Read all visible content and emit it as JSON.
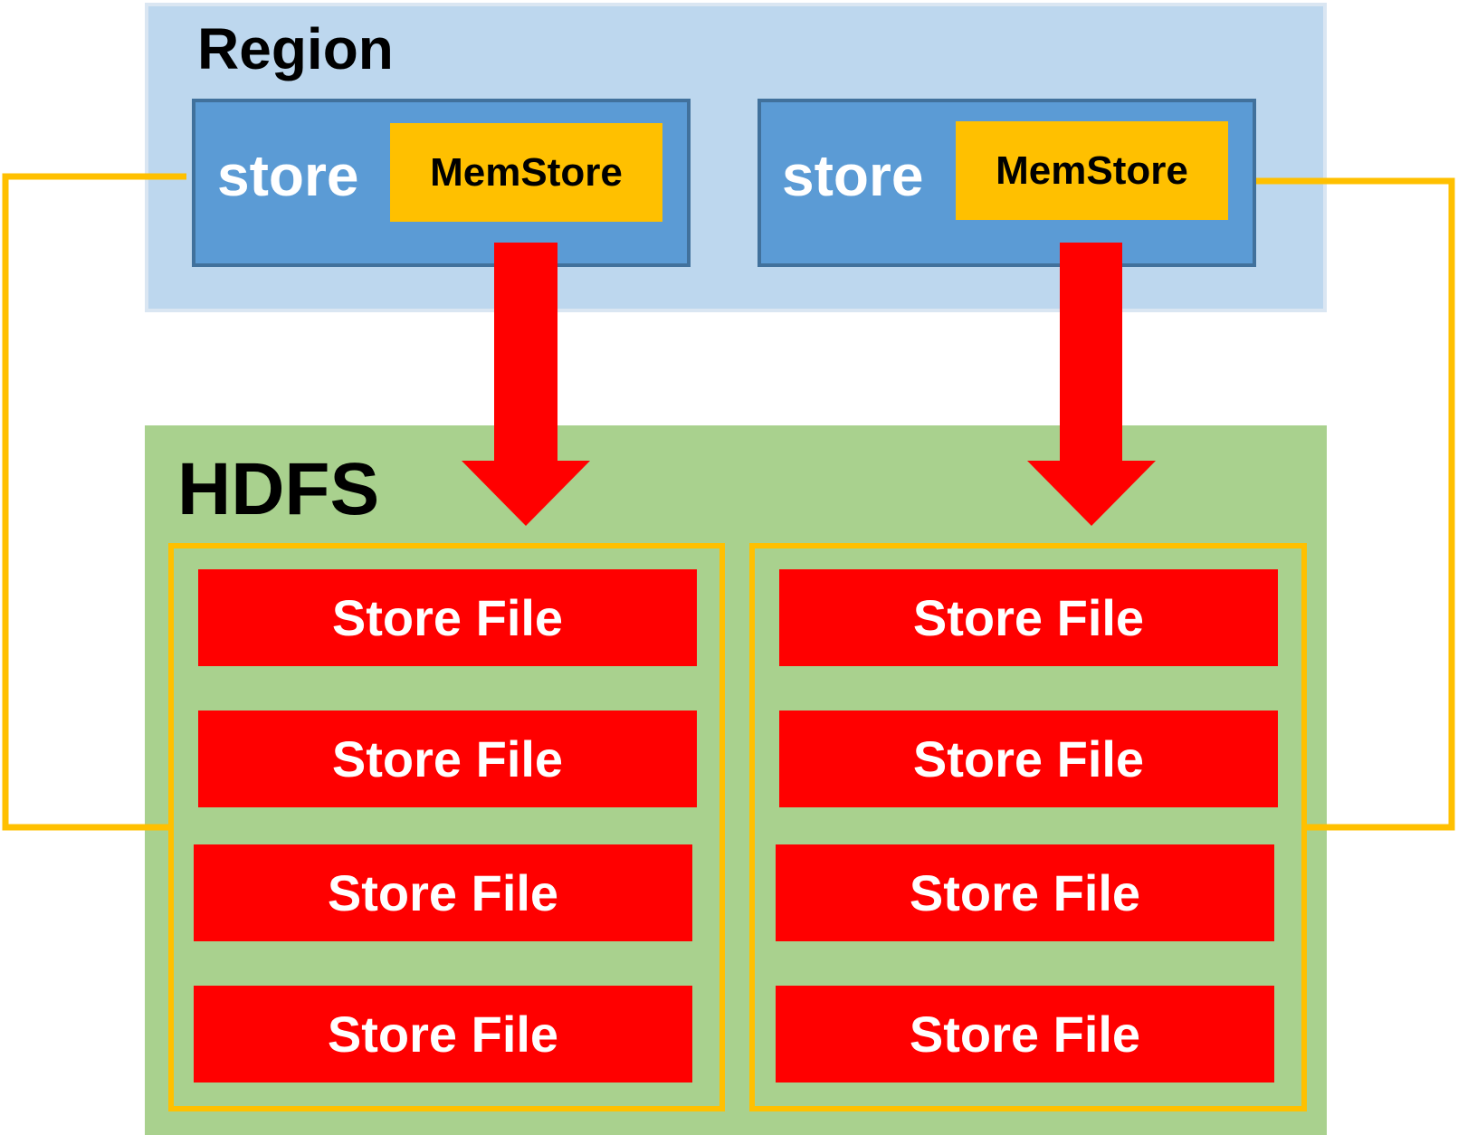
{
  "region": {
    "title": "Region",
    "stores": [
      {
        "label": "store",
        "memstore": "MemStore"
      },
      {
        "label": "store",
        "memstore": "MemStore"
      }
    ]
  },
  "hdfs": {
    "title": "HDFS",
    "groups": [
      {
        "files": [
          "Store File",
          "Store File",
          "Store File",
          "Store File"
        ]
      },
      {
        "files": [
          "Store File",
          "Store File",
          "Store File",
          "Store File"
        ]
      }
    ]
  },
  "colors": {
    "region_bg": "#bdd7ee",
    "store_bg": "#5b9bd5",
    "memstore_bg": "#ffc000",
    "hdfs_bg": "#a9d18e",
    "store_file_bg": "#ff0000",
    "connector": "#ffc000",
    "arrow": "#ff0000"
  }
}
